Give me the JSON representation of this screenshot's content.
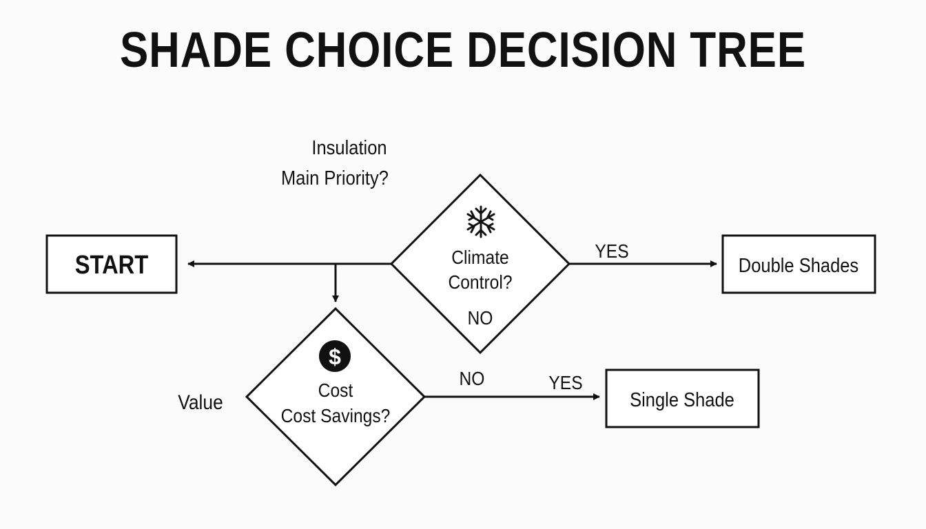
{
  "title": "SHADE CHOICE DECISION TREE",
  "nodes": {
    "start": "START",
    "climate_line1": "Climate",
    "climate_line2": "Control?",
    "cost_line1": "Cost",
    "cost_line2": "Cost Savings?",
    "double_shades": "Double Shades",
    "single_shade": "Single Shade"
  },
  "labels": {
    "insulation_line1": "Insulation",
    "insulation_line2": "Main Priority?",
    "value": "Value",
    "yes_double": "YES",
    "no_climate": "NO",
    "no_cost": "NO",
    "yes_single": "YES"
  },
  "icons": {
    "climate": "snowflake-icon",
    "cost": "dollar-coin-icon"
  },
  "colors": {
    "ink": "#111111",
    "background": "#fbfbfb"
  }
}
